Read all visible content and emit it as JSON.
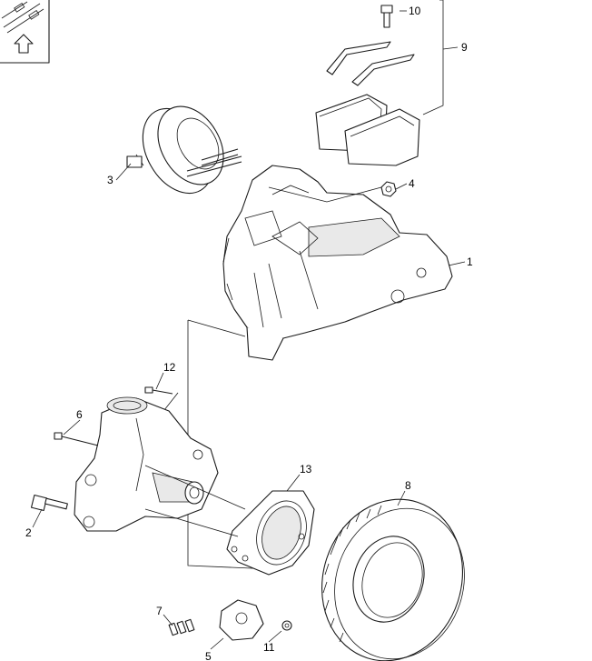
{
  "callouts": {
    "c1": "1",
    "c2": "2",
    "c3": "3",
    "c4": "4",
    "c5": "5",
    "c6": "6",
    "c7": "7",
    "c8": "8",
    "c9": "9",
    "c10": "10",
    "c11": "11",
    "c12": "12",
    "c13": "13"
  },
  "icons": {
    "nav": "up-arrow-icon"
  },
  "colors": {
    "line": "#1a1a1a",
    "background": "#ffffff"
  }
}
